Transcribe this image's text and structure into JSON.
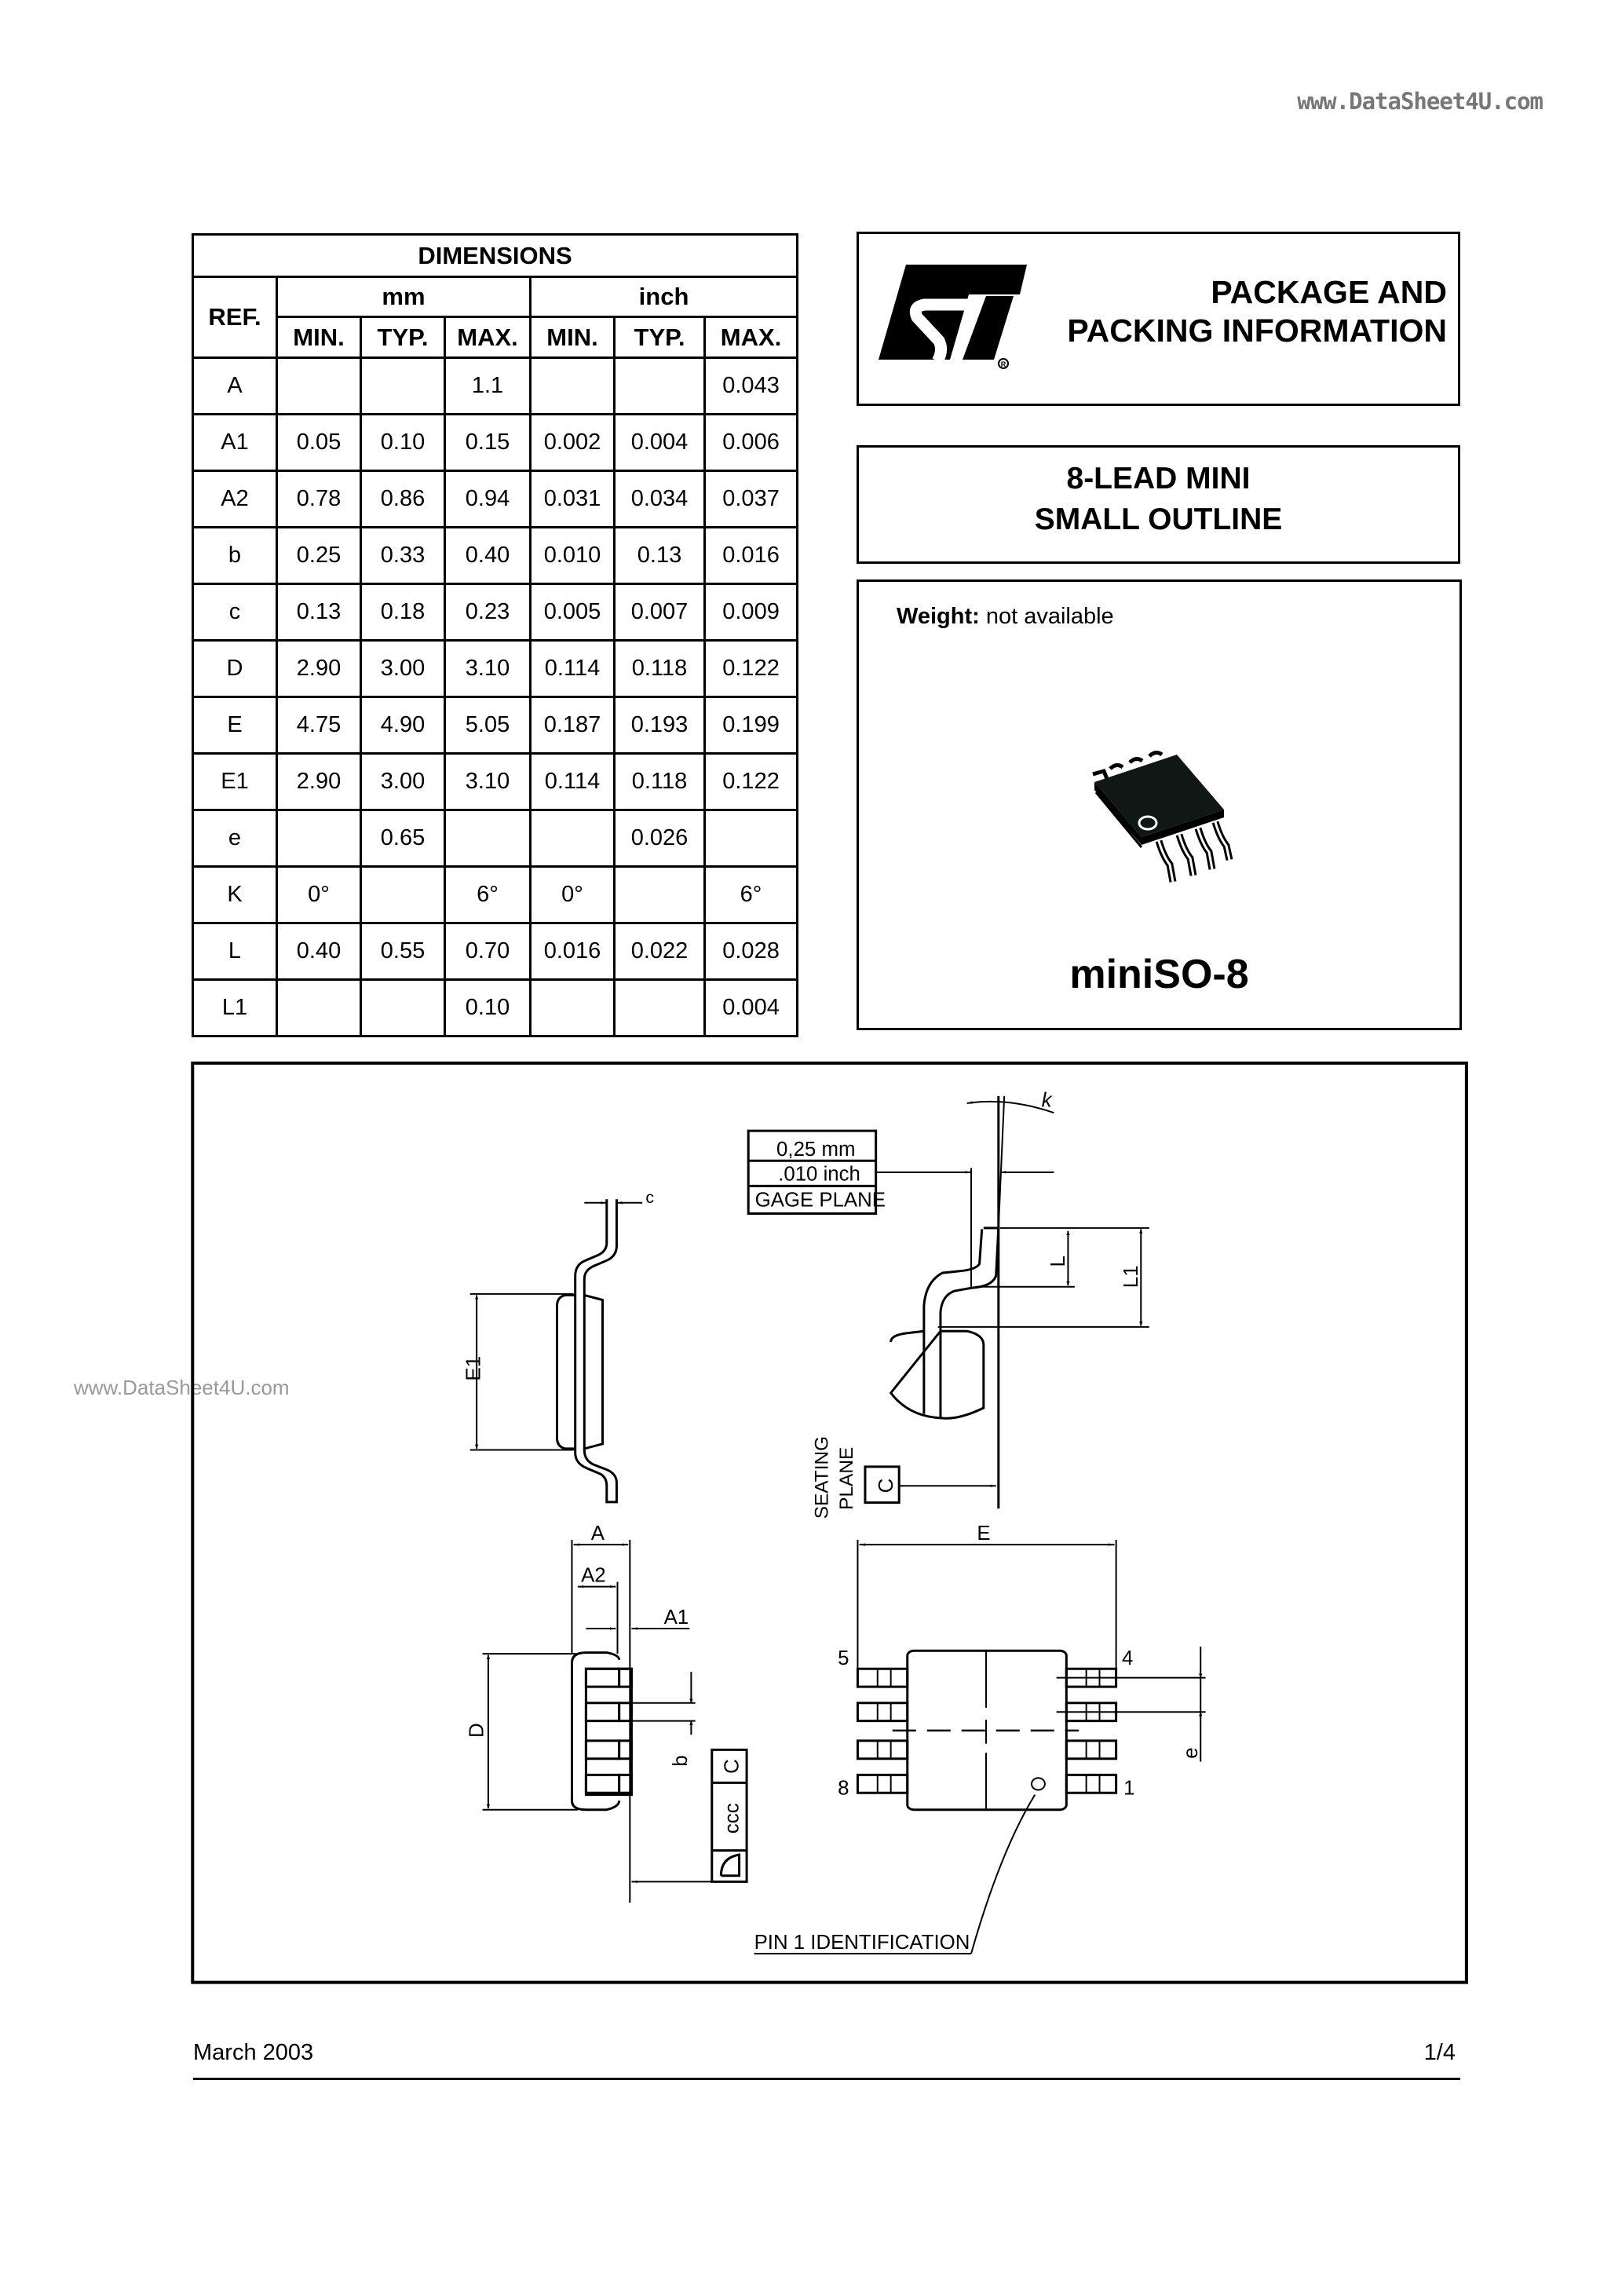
{
  "watermark": "www.DataSheet4U.com",
  "table": {
    "title": "DIMENSIONS",
    "ref_header": "REF.",
    "unit_headers": [
      "mm",
      "inch"
    ],
    "sub_headers": [
      "MIN.",
      "TYP.",
      "MAX.",
      "MIN.",
      "TYP.",
      "MAX."
    ],
    "rows": [
      [
        "A",
        "",
        "",
        "1.1",
        "",
        "",
        "0.043"
      ],
      [
        "A1",
        "0.05",
        "0.10",
        "0.15",
        "0.002",
        "0.004",
        "0.006"
      ],
      [
        "A2",
        "0.78",
        "0.86",
        "0.94",
        "0.031",
        "0.034",
        "0.037"
      ],
      [
        "b",
        "0.25",
        "0.33",
        "0.40",
        "0.010",
        "0.13",
        "0.016"
      ],
      [
        "c",
        "0.13",
        "0.18",
        "0.23",
        "0.005",
        "0.007",
        "0.009"
      ],
      [
        "D",
        "2.90",
        "3.00",
        "3.10",
        "0.114",
        "0.118",
        "0.122"
      ],
      [
        "E",
        "4.75",
        "4.90",
        "5.05",
        "0.187",
        "0.193",
        "0.199"
      ],
      [
        "E1",
        "2.90",
        "3.00",
        "3.10",
        "0.114",
        "0.118",
        "0.122"
      ],
      [
        "e",
        "",
        "0.65",
        "",
        "",
        "0.026",
        ""
      ],
      [
        "K",
        "0°",
        "",
        "6°",
        "0°",
        "",
        "6°"
      ],
      [
        "L",
        "0.40",
        "0.55",
        "0.70",
        "0.016",
        "0.022",
        "0.028"
      ],
      [
        "L1",
        "",
        "",
        "0.10",
        "",
        "",
        "0.004"
      ]
    ]
  },
  "header": {
    "logo": "ST",
    "title_line1": "PACKAGE AND",
    "title_line2": "PACKING INFORMATION"
  },
  "package": {
    "desc_line1": "8-LEAD MINI",
    "desc_line2": "SMALL OUTLINE",
    "weight_label": "Weight:",
    "weight_value": "not available",
    "name": "miniSO-8"
  },
  "drawing": {
    "gage_mm": "0,25  mm",
    "gage_inch": ".010  inch",
    "gage_plane": "GAGE  PLANE",
    "k": "k",
    "c": "c",
    "L": "L",
    "L1": "L1",
    "E1": "E1",
    "seating_line1": "SEATING",
    "seating_line2": "PLANE",
    "datum_C": "C",
    "A": "A",
    "A2": "A2",
    "A1": "A1",
    "D": "D",
    "b": "b",
    "ccc": "ccc",
    "E": "E",
    "e": "e",
    "pin5": "5",
    "pin4": "4",
    "pin8": "8",
    "pin1": "1",
    "pin1_id": "PIN  1  IDENTIFICATION"
  },
  "footer": {
    "date": "March 2003",
    "page": "1/4"
  }
}
